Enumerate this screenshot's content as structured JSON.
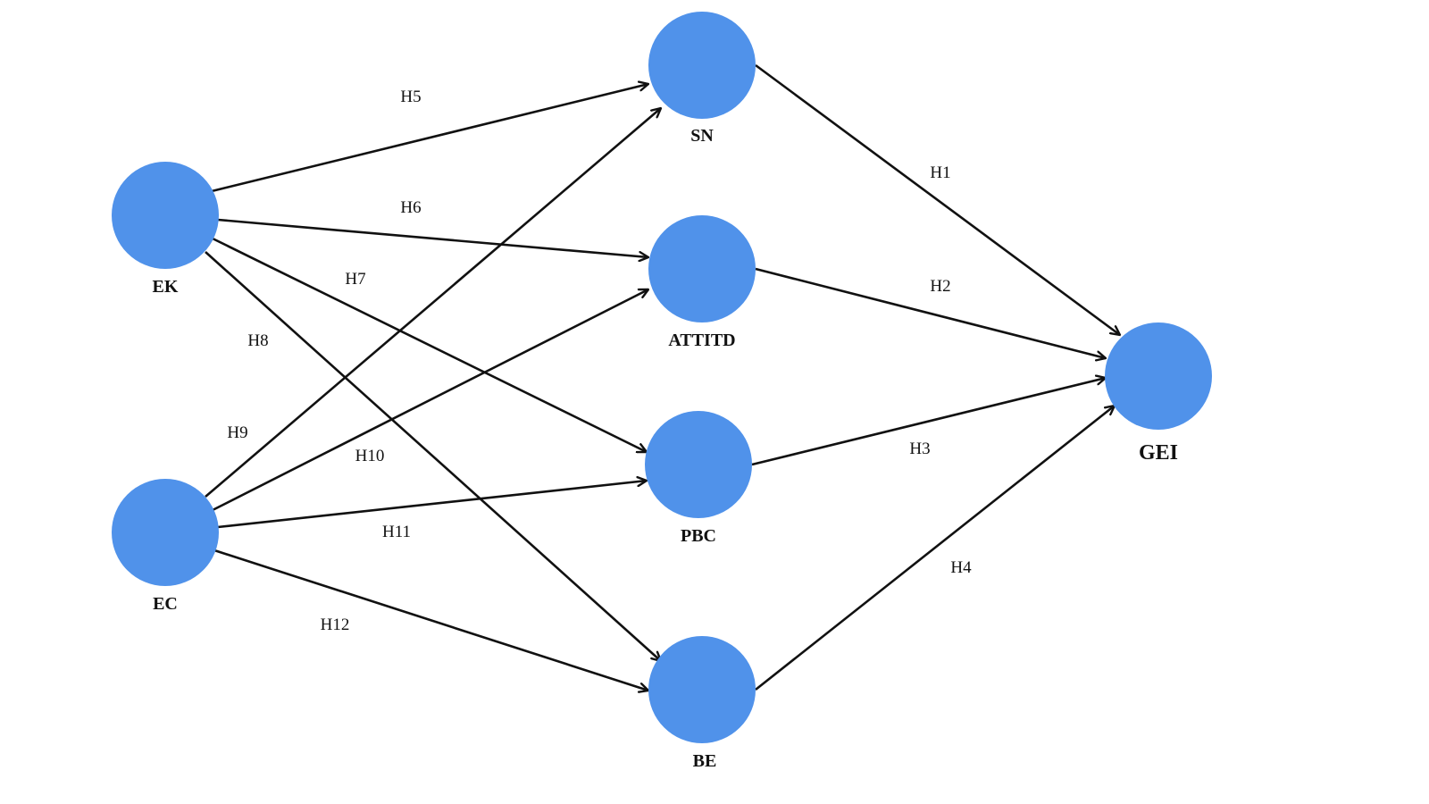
{
  "diagram": {
    "node_color": "#5092ea",
    "edge_color": "#111111",
    "nodes": [
      {
        "id": "EK",
        "label": "EK"
      },
      {
        "id": "EC",
        "label": "EC"
      },
      {
        "id": "SN",
        "label": "SN"
      },
      {
        "id": "ATTITD",
        "label": "ATTITD"
      },
      {
        "id": "PBC",
        "label": "PBC"
      },
      {
        "id": "BE",
        "label": "BE"
      },
      {
        "id": "GEI",
        "label": "GEI"
      }
    ],
    "edges": [
      {
        "from": "SN",
        "to": "GEI",
        "label": "H1"
      },
      {
        "from": "ATTITD",
        "to": "GEI",
        "label": "H2"
      },
      {
        "from": "PBC",
        "to": "GEI",
        "label": "H3"
      },
      {
        "from": "BE",
        "to": "GEI",
        "label": "H4"
      },
      {
        "from": "EK",
        "to": "SN",
        "label": "H5"
      },
      {
        "from": "EK",
        "to": "ATTITD",
        "label": "H6"
      },
      {
        "from": "EK",
        "to": "PBC",
        "label": "H7"
      },
      {
        "from": "EK",
        "to": "BE",
        "label": "H8"
      },
      {
        "from": "EC",
        "to": "SN",
        "label": "H9"
      },
      {
        "from": "EC",
        "to": "ATTITD",
        "label": "H10"
      },
      {
        "from": "EC",
        "to": "PBC",
        "label": "H11"
      },
      {
        "from": "EC",
        "to": "BE",
        "label": "H12"
      }
    ]
  }
}
